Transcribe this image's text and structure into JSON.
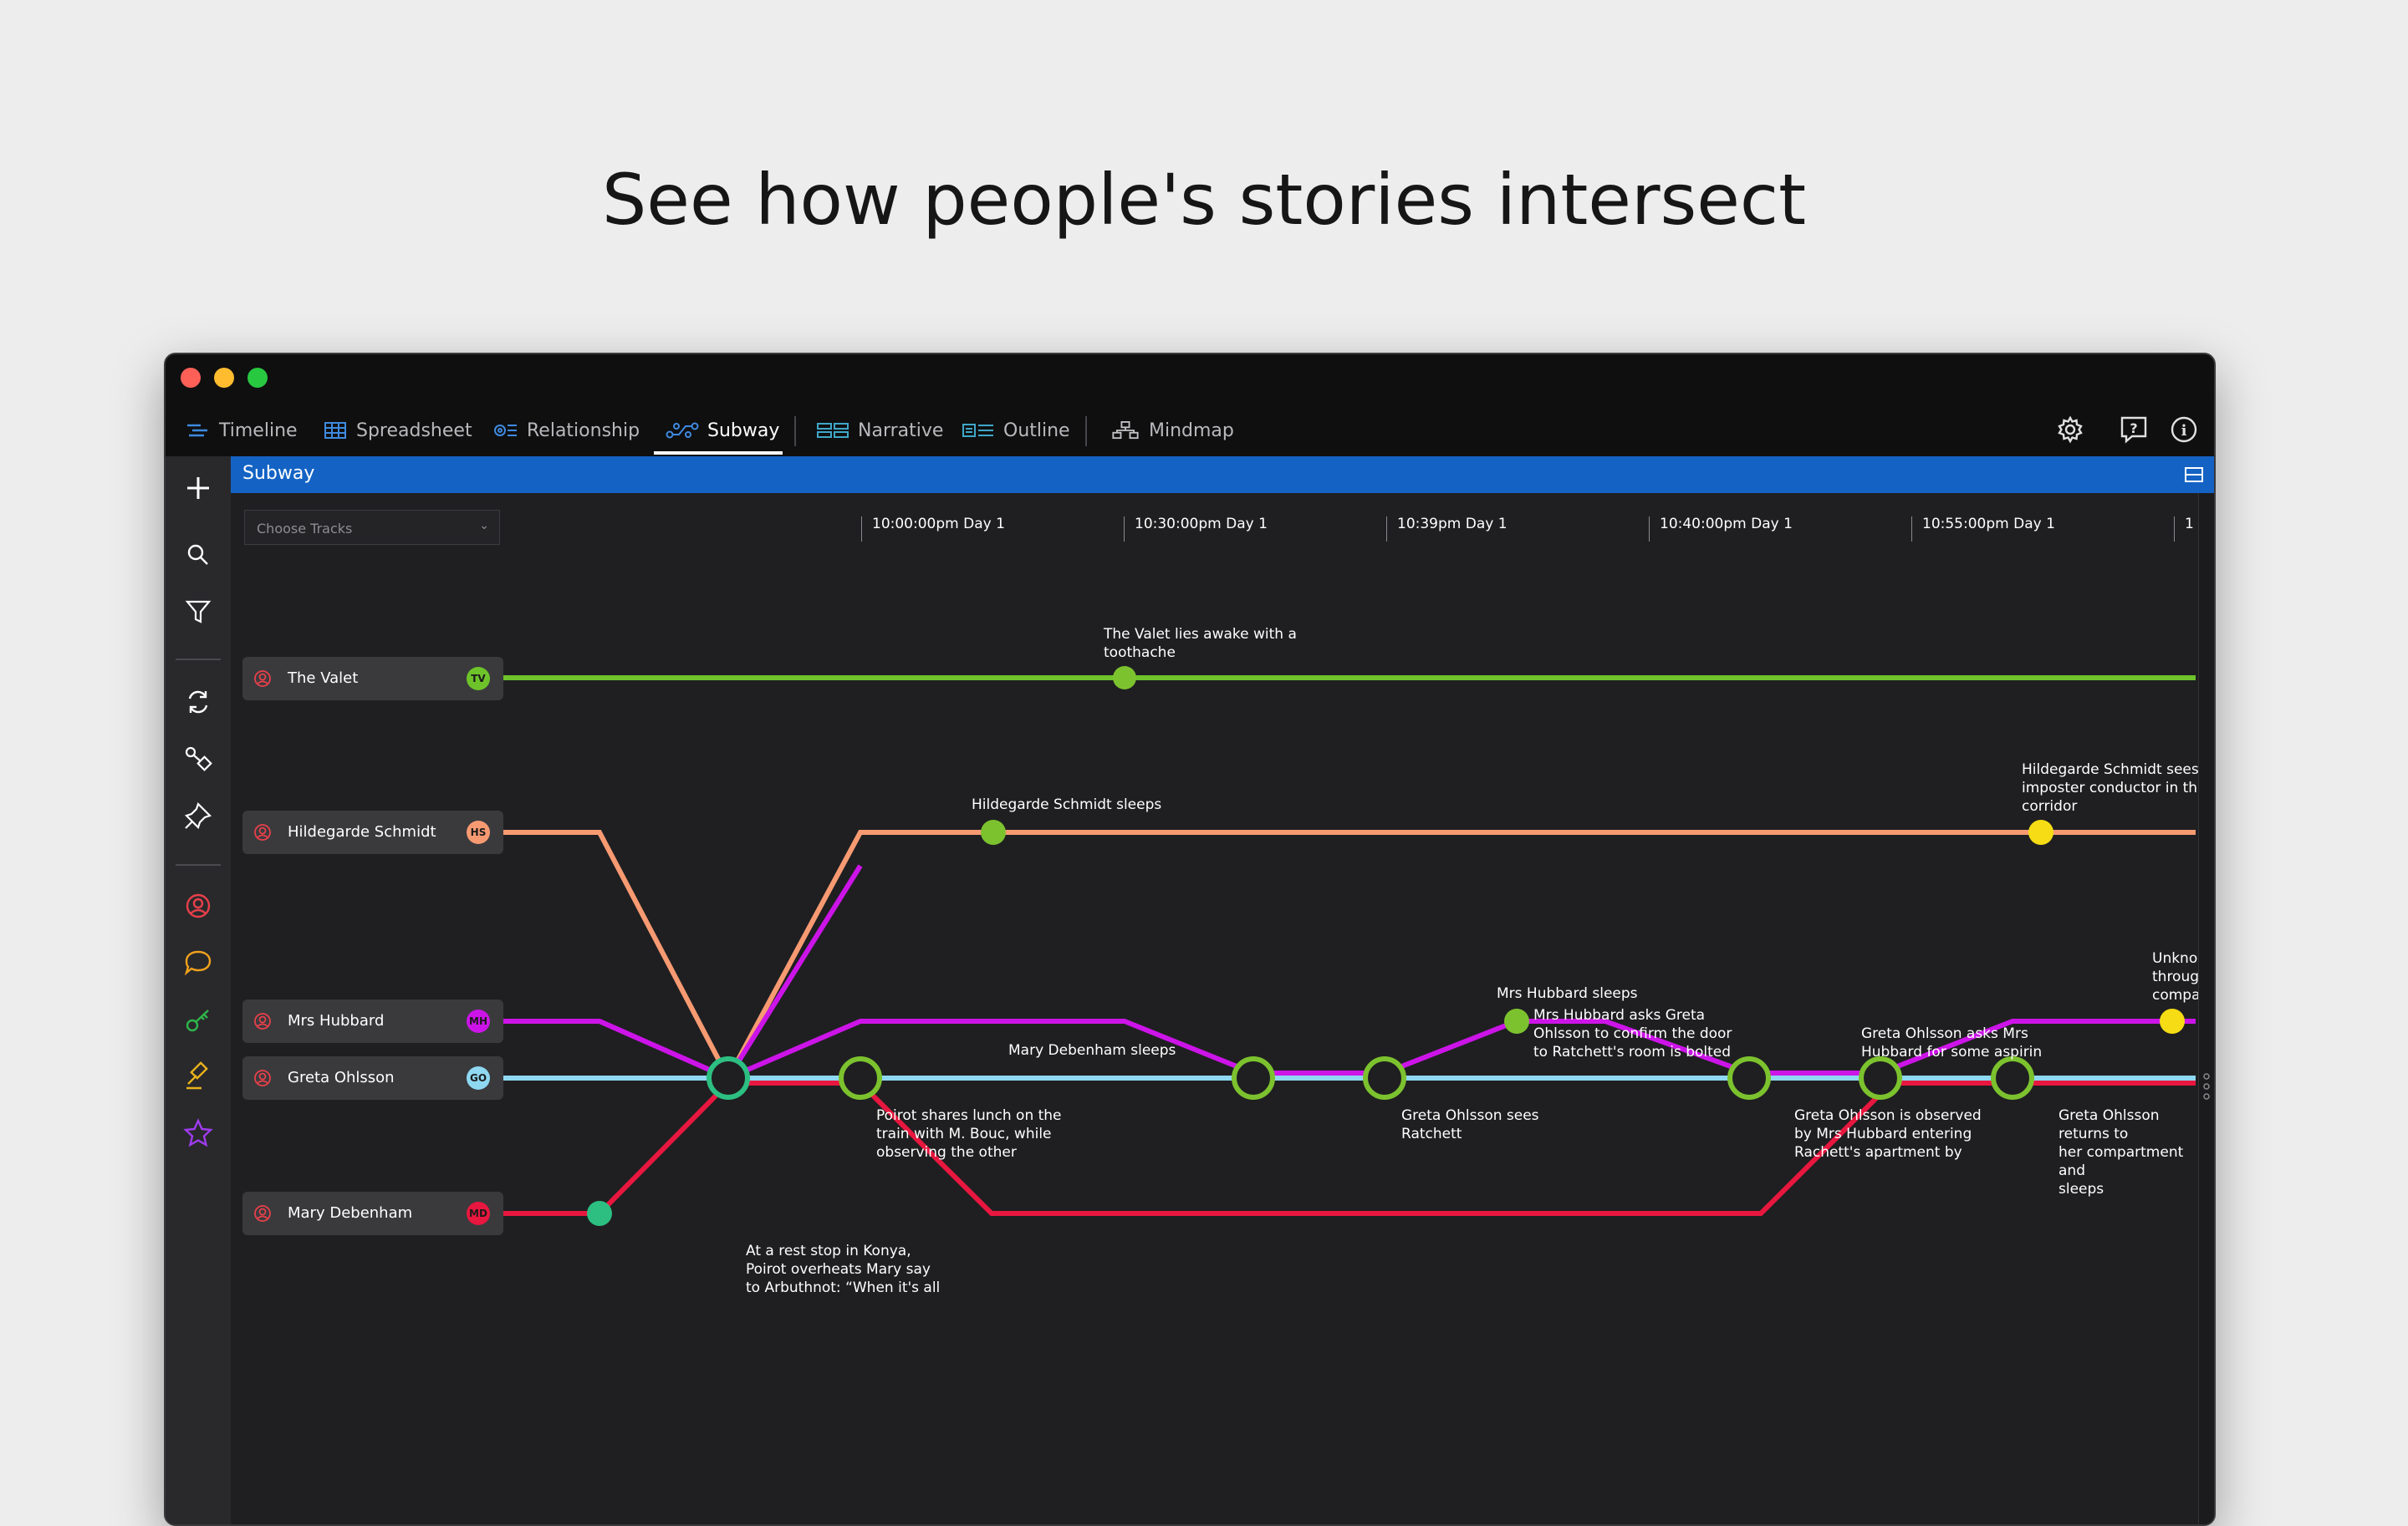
{
  "headline": "See how people's stories intersect",
  "window": {
    "traffic_lights": [
      "#fe5f57",
      "#febc2e",
      "#28c840"
    ],
    "tabs": [
      {
        "label": "Timeline",
        "icon": "timeline-icon"
      },
      {
        "label": "Spreadsheet",
        "icon": "spreadsheet-icon"
      },
      {
        "label": "Relationship",
        "icon": "relationship-icon"
      },
      {
        "label": "Subway",
        "icon": "subway-icon",
        "active": true
      },
      {
        "label": "Narrative",
        "icon": "narrative-icon"
      },
      {
        "label": "Outline",
        "icon": "outline-icon"
      },
      {
        "label": "Mindmap",
        "icon": "mindmap-icon"
      }
    ],
    "right_icons": [
      "settings-icon",
      "help-icon",
      "info-icon"
    ]
  },
  "sidebar": {
    "icons": [
      "add-icon",
      "search-icon",
      "filter-icon",
      "refresh-icon",
      "link-icon",
      "pin-icon",
      "person-icon",
      "speech-bubble-icon",
      "key-icon",
      "gavel-icon",
      "star-icon"
    ]
  },
  "panel": {
    "title": "Subway",
    "choose_tracks_placeholder": "Choose Tracks",
    "timeline_ticks": [
      "10:00:00pm Day 1",
      "10:30:00pm Day 1",
      "10:39pm Day 1",
      "10:40:00pm Day 1",
      "10:55:00pm Day 1",
      "1"
    ]
  },
  "tracks": [
    {
      "name": "The Valet",
      "initials": "TV",
      "color": "#6ec32a"
    },
    {
      "name": "Hildegarde Schmidt",
      "initials": "HS",
      "color": "#f79a72"
    },
    {
      "name": "Mrs Hubbard",
      "initials": "MH",
      "color": "#cc14e8"
    },
    {
      "name": "Greta Ohlsson",
      "initials": "GO",
      "color": "#8fd8f2"
    },
    {
      "name": "Mary Debenham",
      "initials": "MD",
      "color": "#e8173f"
    }
  ],
  "events": [
    {
      "text": "The Valet lies awake with a toothache",
      "lines": [
        "The Valet lies awake with a",
        "toothache"
      ]
    },
    {
      "text": "Hildegarde Schmidt sleeps",
      "lines": [
        "Hildegarde Schmidt sleeps"
      ]
    },
    {
      "text": "Hildegarde Schmidt sees imposter conductor in the corridor",
      "lines": [
        "Hildegarde Schmidt sees",
        "imposter conductor in the",
        "corridor"
      ]
    },
    {
      "text": "Mrs Hubbard sleeps",
      "lines": [
        "Mrs Hubbard sleeps"
      ]
    },
    {
      "text": "Unkno throug compa",
      "lines": [
        "Unkno",
        "throug",
        "compa"
      ]
    },
    {
      "text": "Mary Debenham sleeps",
      "lines": [
        "Mary Debenham sleeps"
      ]
    },
    {
      "text": "Mrs Hubbard asks Greta Ohlsson to confirm the door to Ratchett's room is bolted",
      "lines": [
        "Mrs Hubbard asks Greta",
        "Ohlsson to confirm the door",
        "to Ratchett's room is bolted"
      ]
    },
    {
      "text": "Greta Ohlsson asks Mrs Hubbard for some aspirin",
      "lines": [
        "Greta Ohlsson asks Mrs",
        "Hubbard for some aspirin"
      ]
    },
    {
      "text": "Poirot shares lunch on the train with M. Bouc, while observing the other",
      "lines": [
        "Poirot shares lunch on the",
        "train with M. Bouc, while",
        "observing the other"
      ]
    },
    {
      "text": "Greta Ohlsson sees Ratchett",
      "lines": [
        "Greta Ohlsson sees",
        "Ratchett"
      ]
    },
    {
      "text": "Greta Ohlsson is observed by Mrs Hubbard entering Rachett's apartment by",
      "lines": [
        "Greta Ohlsson is observed",
        "by Mrs Hubbard entering",
        "Rachett's apartment by"
      ]
    },
    {
      "text": "Greta Ohlsson returns to her compartment and sleeps",
      "lines": [
        "Greta Ohlsson returns to",
        "her compartment and",
        "sleeps"
      ]
    },
    {
      "text": "At a rest stop in Konya, Poirot overheats Mary say to Arbuthnot: \"When it's all",
      "lines": [
        "At a rest stop in Konya,",
        "Poirot overheats Mary say",
        "to Arbuthnot: “When it's all"
      ]
    }
  ],
  "colors": {
    "accent_blue": "#1463c4",
    "event_green": "#7cc22e",
    "event_yellow": "#f5dc14"
  }
}
